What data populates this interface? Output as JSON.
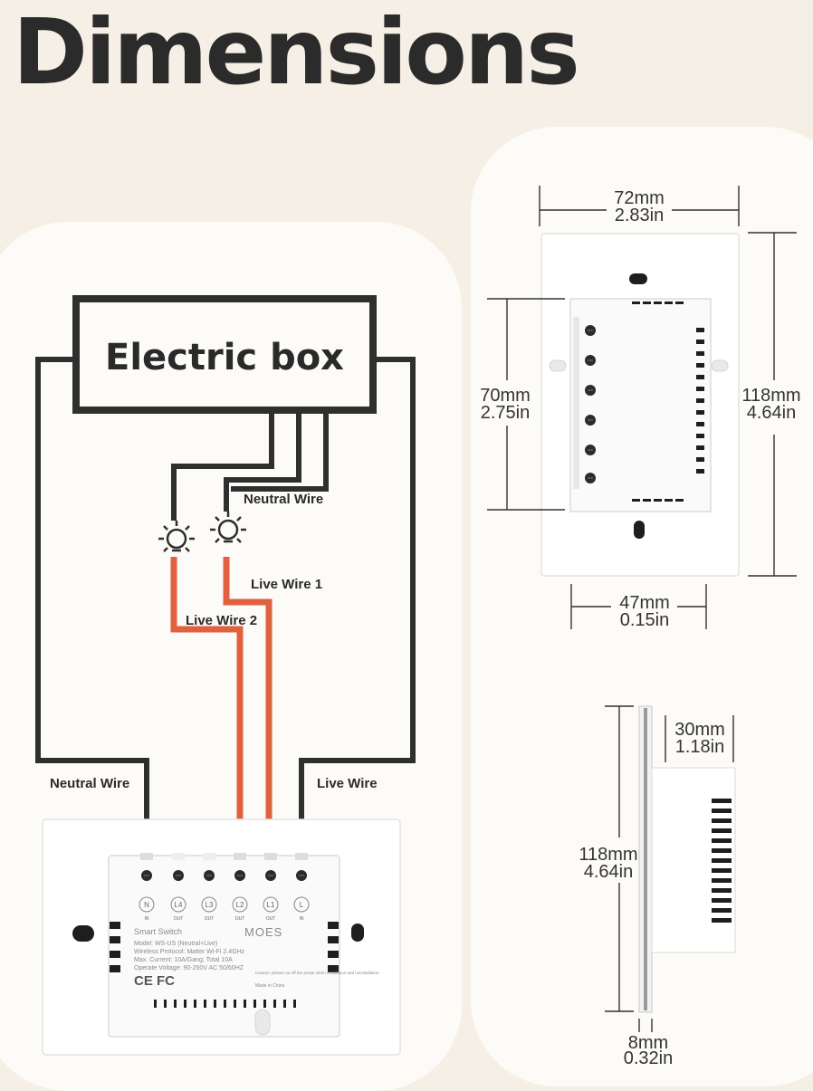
{
  "title": "Dimensions",
  "wiring": {
    "box_label": "Electric box",
    "neutral_wire_top": "Neutral Wire",
    "live_wire_1": "Live Wire 1",
    "live_wire_2": "Live Wire 2",
    "neutral_wire_bottom": "Neutral Wire",
    "live_wire_bottom": "Live Wire"
  },
  "device": {
    "terminals": [
      {
        "id": "N",
        "sub": "IN"
      },
      {
        "id": "L4",
        "sub": "OUT"
      },
      {
        "id": "L3",
        "sub": "OUT"
      },
      {
        "id": "L2",
        "sub": "OUT"
      },
      {
        "id": "L1",
        "sub": "OUT"
      },
      {
        "id": "L",
        "sub": "IN"
      }
    ],
    "brand": "MOES",
    "name": "Smart Switch",
    "model": "Model: WS-US (Neutral+Live)",
    "protocol": "Wireless Protocol: Matter Wi-Fi 2.4GHz",
    "current": "Max. Current: 10A/Gang; Total 10A",
    "voltage": "Operate Voltage: 90-250V AC 50/60HZ",
    "certs": "CE FC",
    "caution": "Caution: please cut off the power when installation and uninstallation",
    "made_in": "Made in China"
  },
  "dimensions": {
    "width_mm": "72mm",
    "width_in": "2.83in",
    "height_mm": "118mm",
    "height_in": "4.64in",
    "body_height_mm": "70mm",
    "body_height_in": "2.75in",
    "body_width_mm": "47mm",
    "body_width_in": "0.15in",
    "depth_mm": "30mm",
    "depth_in": "1.18in",
    "side_height_mm": "118mm",
    "side_height_in": "4.64in",
    "plate_mm": "8mm",
    "plate_in": "0.32in"
  },
  "colors": {
    "background": "#f6efe6",
    "panel": "#fdfbf7",
    "wire": "#2f2f2f",
    "live_wire": "#e0603f",
    "device": "#ffffff"
  }
}
